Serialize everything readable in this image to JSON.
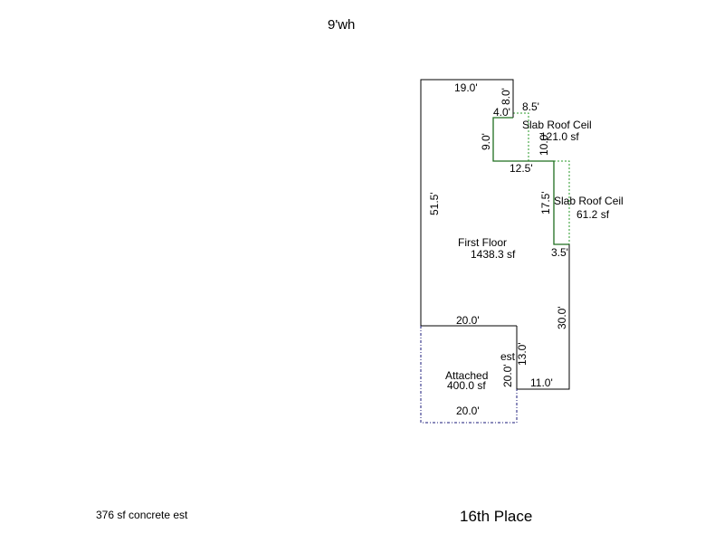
{
  "header": {
    "title": "9'wh"
  },
  "areas": {
    "first_floor": {
      "name": "First Floor",
      "area": "1438.3 sf"
    },
    "slab_roof_upper": {
      "name": "Slab Roof Ceil",
      "area": "121.0 sf"
    },
    "slab_roof_lower": {
      "name": "Slab Roof Ceil",
      "area": "61.2 sf"
    },
    "attached": {
      "name": "Attached",
      "area": "400.0 sf",
      "note": "est"
    }
  },
  "dimensions": {
    "top": "19.0'",
    "top_right_vertical": "8.0'",
    "notch_top": "4.0'",
    "slab_top": "8.5'",
    "notch_vertical": "9.0'",
    "slab_vertical": "10.0'",
    "step": "12.5'",
    "lower_slab_vertical": "17.5'",
    "left_side": "51.5'",
    "jog": "3.5'",
    "right_side": "30.0'",
    "garage_top": "20.0'",
    "garage_right_upper": "13.0'",
    "garage_right": "20.0'",
    "bottom_right": "11.0'",
    "garage_bottom": "20.0'"
  },
  "footer": {
    "note": "376 sf concrete est",
    "street": "16th Place"
  },
  "colors": {
    "outline": "#000000",
    "green_wall": "#1f6e1f",
    "slab_outline": "#2a9a2a",
    "garage_outline": "#1a1a7a"
  }
}
